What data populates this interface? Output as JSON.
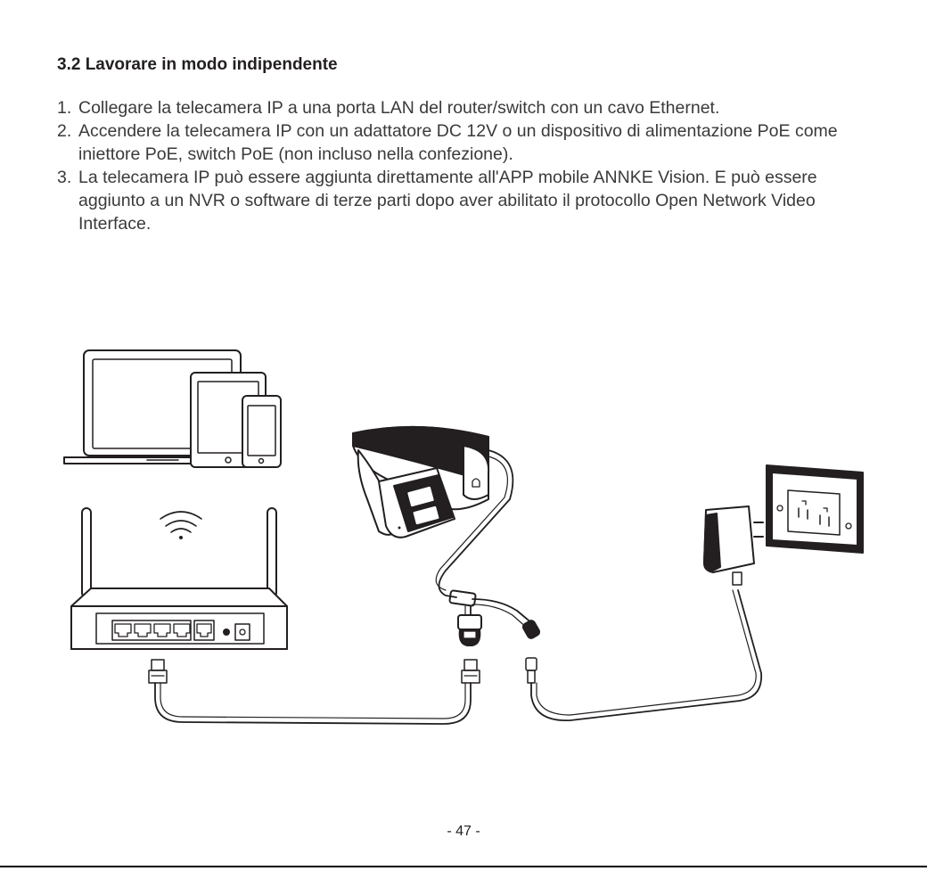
{
  "section": {
    "title": "3.2 Lavorare in modo indipendente"
  },
  "steps": [
    {
      "number": "1.",
      "text": "Collegare la telecamera IP a una porta LAN del router/switch con un cavo Ethernet."
    },
    {
      "number": "2.",
      "text": "Accendere la telecamera IP con un adattatore DC 12V o un dispositivo di alimentazione PoE come iniettore PoE, switch PoE (non incluso nella confezione)."
    },
    {
      "number": "3.",
      "text": "La telecamera IP può essere aggiunta direttamente all'APP mobile ANNKE Vision. E può essere aggiunto a un NVR o software di terze parti dopo aver abilitato il protocollo Open Network Video Interface."
    }
  ],
  "footer": {
    "page_number": "- 47 -"
  },
  "diagram": {
    "icons": [
      "laptop-icon",
      "tablet-icon",
      "phone-icon",
      "wifi-icon",
      "router-icon",
      "ip-camera-icon",
      "ethernet-plug-icon",
      "dc-plug-icon",
      "power-adapter-icon",
      "wall-outlet-icon"
    ]
  }
}
